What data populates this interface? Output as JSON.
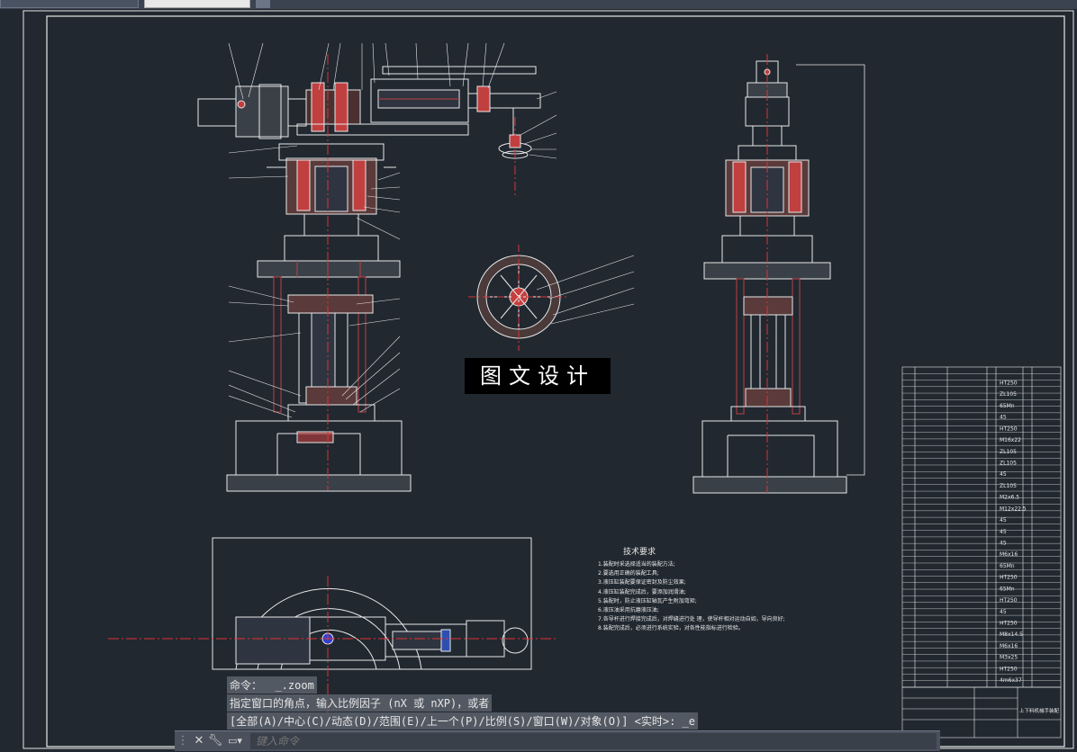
{
  "tabs": [
    {
      "label": "",
      "active": false
    },
    {
      "label": "",
      "active": true
    }
  ],
  "watermark": {
    "text": "图文设计"
  },
  "tech_requirements": {
    "title": "技术要求",
    "items": [
      "1.装配时采选择适当的装配方法;",
      "2.要选用正确的装配工具;",
      "3.液压缸装配要保证密封及防尘效果;",
      "4.液压缸装配完成后，要添加润滑油;",
      "5.装配时，防止液压缸轴瓦产生附加弯矩;",
      "6.液压油采用抗磨液压油;",
      "7.各导杆进行焊接完成后，对焊缝进行处          理，使导杆相对运动自如，导向良好;",
      "8.装配完成后，必须进行系统实验，对各性能指标进行检验。"
    ]
  },
  "command_history": [
    "命令：  _.zoom",
    "指定窗口的角点，输入比例因子 (nX 或 nXP)，或者",
    "[全部(A)/中心(C)/动态(D)/范围(E)/上一个(P)/比例(S)/窗口(W)/对象(O)] <实时>: _e"
  ],
  "command_line": {
    "placeholder": "键入命令"
  },
  "title_block": {
    "name": "上下料机械手装配"
  },
  "bom_materials": [
    "HT250",
    "ZL105",
    "65Mn",
    "45",
    "HT250",
    "M16x22",
    "ZL105",
    "ZL105",
    "45",
    "ZL105",
    "M2x6.5",
    "M12x22.5",
    "45",
    "45",
    "45",
    "M6x16",
    "65Mn",
    "HT250",
    "65Mn",
    "HT250",
    "45",
    "HT250",
    "M8x14.5",
    "M6x16",
    "M3x25",
    "HT250",
    "4m6x37"
  ]
}
